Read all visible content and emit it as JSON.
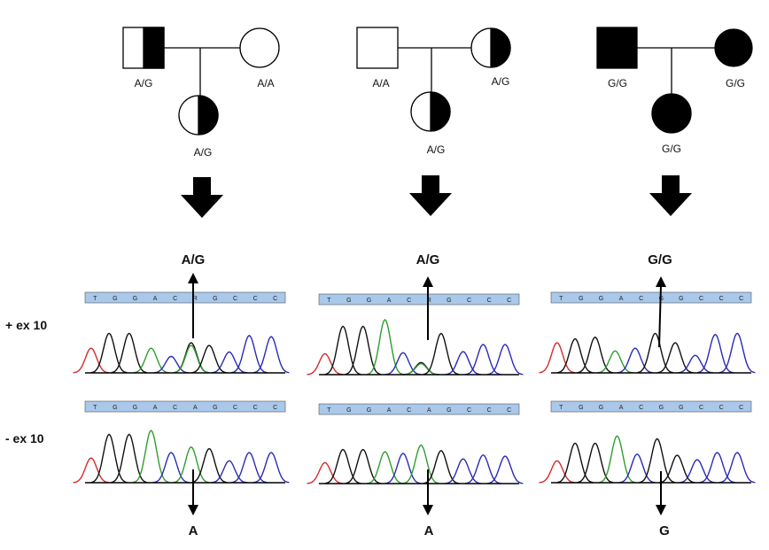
{
  "families": [
    {
      "father": {
        "genotype": "A/G",
        "affected": "half"
      },
      "mother": {
        "genotype": "A/A",
        "affected": "none"
      },
      "child": {
        "genotype": "A/G",
        "affected": "half"
      },
      "genomic_call": "A/G",
      "cdna_call": "A",
      "plus_ex10_sequence": [
        "T",
        "G",
        "G",
        "A",
        "C",
        "R",
        "G",
        "C",
        "C",
        "C"
      ],
      "minus_ex10_sequence": [
        "T",
        "G",
        "G",
        "A",
        "C",
        "A",
        "G",
        "C",
        "C",
        "C"
      ]
    },
    {
      "father": {
        "genotype": "A/A",
        "affected": "none"
      },
      "mother": {
        "genotype": "A/G",
        "affected": "half"
      },
      "child": {
        "genotype": "A/G",
        "affected": "half"
      },
      "genomic_call": "A/G",
      "cdna_call": "A",
      "plus_ex10_sequence": [
        "T",
        "G",
        "G",
        "A",
        "C",
        "R",
        "G",
        "C",
        "C",
        "C"
      ],
      "minus_ex10_sequence": [
        "T",
        "G",
        "G",
        "A",
        "C",
        "A",
        "G",
        "C",
        "C",
        "C"
      ]
    },
    {
      "father": {
        "genotype": "G/G",
        "affected": "full"
      },
      "mother": {
        "genotype": "G/G",
        "affected": "full"
      },
      "child": {
        "genotype": "G/G",
        "affected": "full"
      },
      "genomic_call": "G/G",
      "cdna_call": "G",
      "plus_ex10_sequence": [
        "T",
        "G",
        "G",
        "A",
        "C",
        "G",
        "G",
        "C",
        "C",
        "C"
      ],
      "minus_ex10_sequence": [
        "T",
        "G",
        "G",
        "A",
        "C",
        "G",
        "G",
        "C",
        "C",
        "C"
      ]
    }
  ],
  "row_labels": {
    "plus": "+ ex 10",
    "minus": "- ex 10"
  },
  "colors": {
    "A": "#2f9e2f",
    "C": "#2a2ab8",
    "G": "#111111",
    "T": "#d42a2a",
    "sequence_bar": "#a9c8ea",
    "affected": "#000000"
  }
}
